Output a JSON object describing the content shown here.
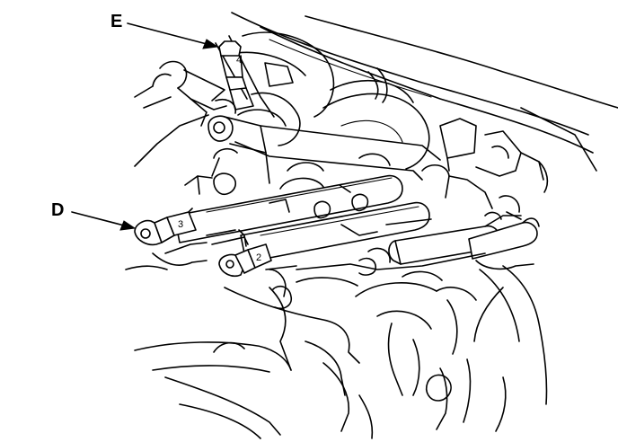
{
  "diagram": {
    "callouts": [
      {
        "id": "E",
        "label": "E"
      },
      {
        "id": "D",
        "label": "D"
      }
    ],
    "injector_tags": [
      {
        "id": "tag-3",
        "label": "3"
      },
      {
        "id": "tag-2",
        "label": "2"
      },
      {
        "id": "tag-4",
        "label": "4"
      }
    ]
  }
}
